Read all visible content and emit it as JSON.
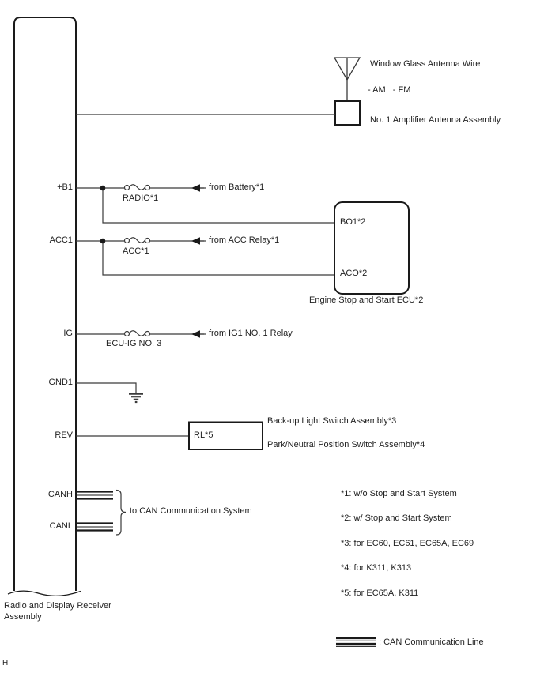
{
  "device": {
    "label_line1": "Radio and Display Receiver",
    "label_line2": "Assembly"
  },
  "antenna": {
    "wire_label": "Window Glass Antenna Wire",
    "bands": "- AM   - FM",
    "amplifier_label": "No. 1 Amplifier Antenna Assembly"
  },
  "rows": {
    "b1": {
      "terminal": "+B1",
      "fuse": "RADIO*1",
      "source": "from Battery*1"
    },
    "acc1": {
      "terminal": "ACC1",
      "fuse": "ACC*1",
      "source": "from ACC Relay*1"
    },
    "ig": {
      "terminal": "IG",
      "fuse": "ECU-IG NO. 3",
      "source": "from IG1 NO. 1 Relay"
    },
    "gnd1": {
      "terminal": "GND1"
    },
    "rev": {
      "terminal": "REV",
      "relay": "RL*5",
      "dest1": "Back-up Light Switch Assembly*3",
      "dest2": "Park/Neutral Position Switch Assembly*4"
    },
    "canh": {
      "terminal": "CANH"
    },
    "canl": {
      "terminal": "CANL"
    },
    "can_dest": "to CAN Communication System"
  },
  "ecu": {
    "pin_top": "BO1*2",
    "pin_bottom": "ACO*2",
    "label": "Engine Stop and Start ECU*2"
  },
  "footnotes": [
    "*1: w/o Stop and Start System",
    "*2: w/ Stop and Start System",
    "*3: for EC60, EC61, EC65A, EC69",
    "*4: for K311, K313",
    "*5: for EC65A, K311"
  ],
  "legend": {
    "can_line": ": CAN Communication Line"
  },
  "page_marker": "H"
}
